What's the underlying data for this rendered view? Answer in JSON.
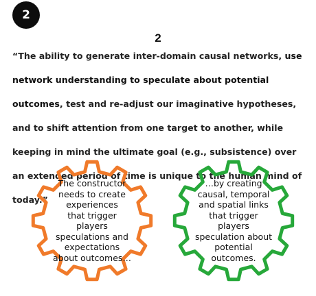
{
  "badge": {
    "label": "2"
  },
  "slide_number": "2",
  "quote": {
    "part1": "“The ability to generate inter-domain causal networks,",
    "emphasis": "use network understanding to speculate about potential outcomes",
    "part2": ", test and re-adjust our imaginative hypotheses, and to shift attention from one target to another, while keeping in mind the ultimate goal (e.g., subsistence) over an extended period of time is unique to the human mind of today.”"
  },
  "gears": [
    {
      "text": "The constructor\nneeds to create\nexperiences\nthat trigger players\nspeculations and\nexpectations\nabout outcomes…",
      "color": "#f07a2a"
    },
    {
      "text": "…by creating\ncausal, temporal\nand spatial links\nthat trigger players\nspeculation about\npotential\noutcomes.",
      "color": "#27a83a"
    }
  ]
}
